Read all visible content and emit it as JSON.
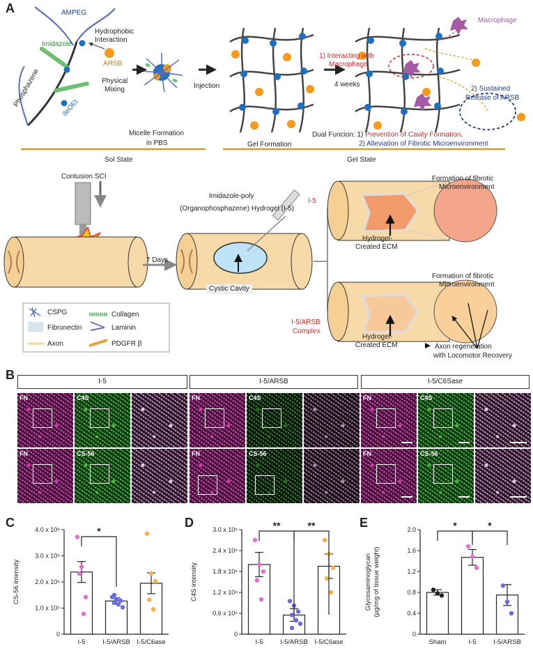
{
  "panels": {
    "a": "A",
    "b": "B",
    "c": "C",
    "d": "D",
    "e": "E"
  },
  "schematic_top": {
    "ampeg": "AMPEG",
    "imidazole": "Imidazole",
    "phosphazene": "Phosphazene",
    "ileoet": "IleOEt",
    "hydrophobic": "Hydrophobic",
    "interaction": "Interaction",
    "arsb": "ARSB",
    "physical": "Physical",
    "mixing": "Mixing",
    "injection": "Injection",
    "micelle_formation": "Micelle Formation",
    "in_pbs": "in PBS",
    "sol_state": "Sol State",
    "gel_formation": "Gel Formation",
    "gel_state": "Gel State",
    "interacting_with": "1) Interacting with",
    "macrophage_step": "Macrophage",
    "four_weeks": "4 weeks",
    "macrophage": "Macrophage",
    "sustained": "2) Sustained",
    "release_of_arsb": "Release of ARSB",
    "dual_function": "Dual Funcion: 1)",
    "prevention": "Prevention of Cavity Formation,",
    "alleviation": "2) Alleviation of Fibrotic Microenvironment"
  },
  "schematic_bottom": {
    "contusion": "Contusion SCI",
    "seven_days": "7 Days",
    "hydrogel_line1": "Imidazole-poly",
    "hydrogel_line2": "(Organophosphazene) Hydrogel (I-5)",
    "cystic_cavity": "Cystic Cavity",
    "i5": "I-5",
    "i5_arsb_line1": "I-5/ARSB",
    "i5_arsb_line2": "Complex",
    "fibrotic_line1": "Formation of fibrotic",
    "fibrotic_line2": "Microenvironment",
    "hydrogel_ecm_line1": "Hydrogel-",
    "hydrogel_ecm_line2": "Created ECM",
    "axon_regen_line1": "Axon regeneration",
    "axon_regen_line2": "with Locomotor Recovery",
    "legend": {
      "cspg": "CSPG",
      "collagen": "Collagen",
      "fibronectin": "Fibronectin",
      "laminin": "Laminin",
      "axon": "Axon",
      "pdgfr": "PDGFR β"
    }
  },
  "microscopy": {
    "conditions": [
      "I-5",
      "I-5/ARSB",
      "I-5/C6Sase"
    ],
    "fn": "FN",
    "c4s": "C4S",
    "cs56": "CS-56"
  },
  "colors": {
    "magenta": "#c0289a",
    "green": "#2a9a30",
    "pink_dot": "#e36fd4",
    "blue_dot": "#6b6be0",
    "orange_dot": "#f7b24a",
    "red_text": "#d62728",
    "navy_text": "#1f3b8c",
    "gold_line": "#c8a02a"
  },
  "chart_data": [
    {
      "type": "bar",
      "panel": "C",
      "categories": [
        "I-5",
        "I-5/ARSB",
        "I-5/C6ase"
      ],
      "values": [
        2.38,
        1.27,
        1.95
      ],
      "errors": [
        0.4,
        0.12,
        0.4
      ],
      "points": [
        [
          3.72,
          2.58,
          1.42,
          2.32,
          0.78
        ],
        [
          1.42,
          1.34,
          1.28,
          1.22,
          1.14,
          1.03,
          1.5
        ],
        [
          3.85,
          2.32,
          2.03,
          1.32,
          0.95
        ]
      ],
      "ylabel": "CS-56 intensity",
      "yticks": [
        "0",
        "1.0 x 10⁶",
        "2.0 x 10⁶",
        "3.0 x 10⁶",
        "4.0 x 10⁶"
      ],
      "ylim": [
        0,
        4
      ],
      "significance": [
        {
          "from": 0,
          "to": 1,
          "label": "*"
        }
      ]
    },
    {
      "type": "bar",
      "panel": "D",
      "categories": [
        "I-5",
        "I-5/ARSB",
        "I-5/C6ase"
      ],
      "values": [
        2.0,
        0.55,
        1.95
      ],
      "errors": [
        0.35,
        0.18,
        0.35
      ],
      "points": [
        [
          2.7,
          2.0,
          1.8,
          1.55,
          1.0
        ],
        [
          0.95,
          0.82,
          0.65,
          0.55,
          0.4,
          0.3,
          0.18
        ],
        [
          2.7,
          2.3,
          1.9,
          1.6,
          1.2
        ]
      ],
      "ylabel": "C4S intensity",
      "yticks": [
        "0",
        "0.6 x 10⁶",
        "1.2 x 10⁶",
        "1.8 x 10⁶",
        "2.4 x 10⁶",
        "3.0 x 10⁶"
      ],
      "ylim": [
        0,
        3
      ],
      "significance": [
        {
          "from": 0,
          "to": 1,
          "label": "**"
        },
        {
          "from": 1,
          "to": 2,
          "label": "**"
        }
      ]
    },
    {
      "type": "bar",
      "panel": "E",
      "categories": [
        "Sham",
        "I-5",
        "I-5/ARSB"
      ],
      "values": [
        0.8,
        1.47,
        0.75
      ],
      "errors": [
        0.05,
        0.15,
        0.2
      ],
      "points": [
        [
          0.85,
          0.78,
          0.74
        ],
        [
          1.68,
          1.48,
          1.27
        ],
        [
          0.93,
          0.62,
          0.4
        ]
      ],
      "ylabel": "Glycosaminoglycan\n(µg/mg of tissue weight)",
      "yticks": [
        "0",
        "0.4",
        "0.8",
        "1.2",
        "1.6",
        "2.0"
      ],
      "ylim": [
        0,
        2
      ],
      "significance": [
        {
          "from": 0,
          "to": 1,
          "label": "*"
        },
        {
          "from": 1,
          "to": 2,
          "label": "*"
        }
      ]
    }
  ]
}
